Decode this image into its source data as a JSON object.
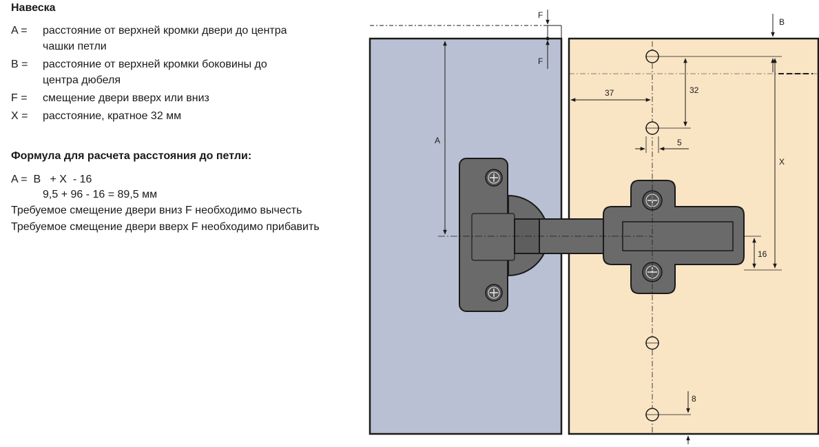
{
  "title": "Навеска",
  "definitions": [
    {
      "key": "A =",
      "text": "расстояние от верхней кромки двери до центра чашки петли"
    },
    {
      "key": "B =",
      "text": "расстояние от верхней кромки боковины до центра дюбеля"
    },
    {
      "key": "F =",
      "text": "смещение двери вверх или вниз"
    },
    {
      "key": "X =",
      "text": "расстояние, кратное 32 мм"
    }
  ],
  "formula_title": "Формула для расчета расстояния до петли:",
  "formula_line1": "A =  B   + X  - 16",
  "formula_line2": "9,5 + 96 - 16 = 89,5 мм",
  "note_down": "Требуемое смещение двери вниз F необходимо вычесть",
  "note_up": "Требуемое смещение двери вверх F необходимо прибавить",
  "diagram_labels": {
    "F": "F",
    "A": "A",
    "B": "B",
    "X": "X",
    "d37": "37",
    "d32": "32",
    "d5": "5",
    "d16": "16",
    "d8": "8"
  },
  "colors": {
    "door": "#b9c0d3",
    "cabinet": "#f9e4c4",
    "hinge": "#6a6a6a",
    "hinge_dark": "#4c4c4c",
    "line": "#1a1a1a"
  }
}
